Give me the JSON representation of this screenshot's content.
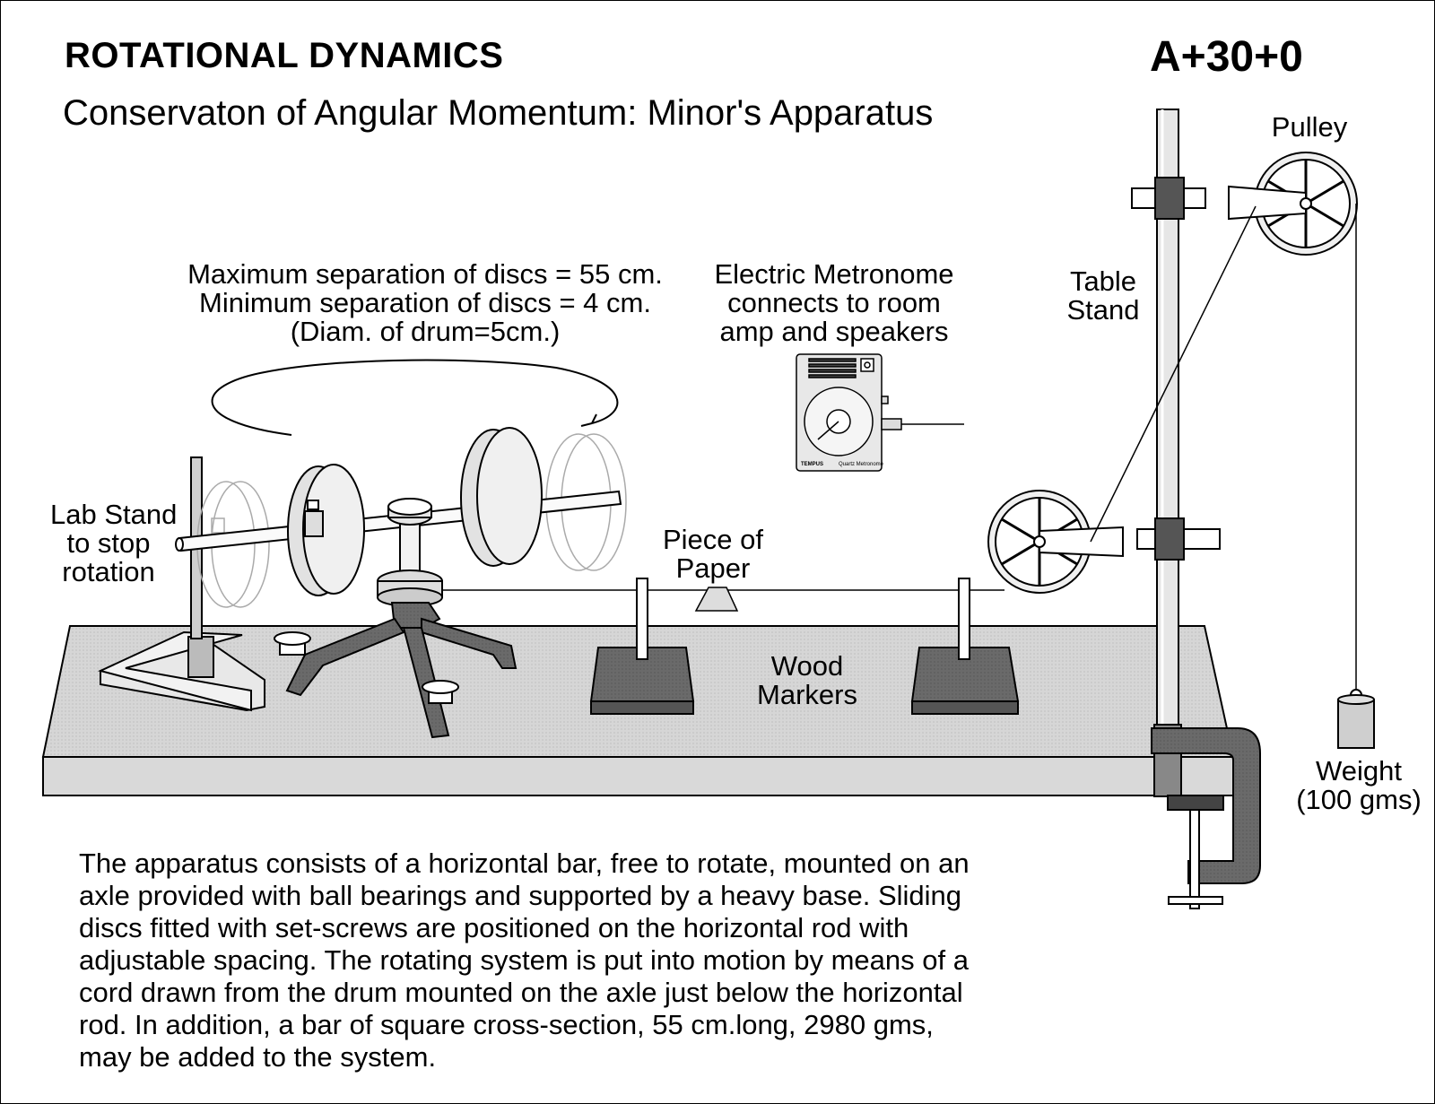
{
  "header": {
    "title": "ROTATIONAL DYNAMICS",
    "code": "A+30+0",
    "subtitle": "Conservaton of Angular Momentum: Minor's Apparatus"
  },
  "labels": {
    "separation": [
      "Maximum separation of discs = 55 cm.",
      "Minimum separation of discs = 4 cm.",
      "(Diam. of drum=5cm.)"
    ],
    "metronome": [
      "Electric Metronome",
      "connects to room",
      "amp and speakers"
    ],
    "pulley": "Pulley",
    "table_stand": [
      "Table",
      "Stand"
    ],
    "lab_stand": [
      "Lab Stand",
      "to stop",
      "rotation"
    ],
    "paper": [
      "Piece of",
      "Paper"
    ],
    "wood_markers": [
      "Wood",
      "Markers"
    ],
    "weight": [
      "Weight",
      "(100 gms)"
    ],
    "metronome_brand": "TEMPUS",
    "metronome_model": "Quartz Metronome"
  },
  "description": [
    "The apparatus consists of a horizontal bar, free to rotate, mounted on an",
    "axle provided with ball bearings and supported by a heavy  base.  Sliding",
    "discs  fitted  with  set-screws  are  positioned  on  the  horizontal  rod  with",
    "adjustable spacing.  The rotating system  is put into motion by means of a",
    "cord drawn from the drum mounted on the axle just below the horizontal",
    "rod. In addition, a bar of square cross-section, 55 cm.long, 2980 gms,",
    "may be added to the system."
  ]
}
